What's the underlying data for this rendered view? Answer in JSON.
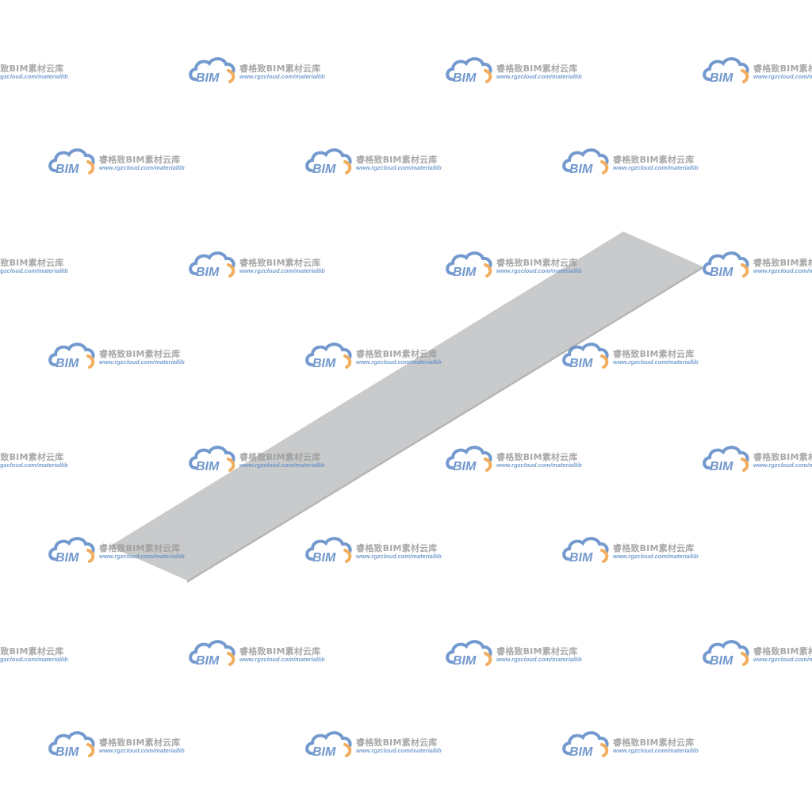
{
  "watermark": {
    "logo_text": "BIM",
    "title": "睿格致BIM素材云库",
    "url": "www.rgzcloud.com/materiallib",
    "colors": {
      "cloud_blue": "#5b88c6",
      "cloud_orange": "#f0a042",
      "title_gray": "#9a9a9a",
      "url_blue": "#5f8ec8"
    }
  },
  "model": {
    "object": "flat-plate",
    "colors": {
      "top_face": "#c9cacb",
      "edge": "#b3b4b5"
    }
  }
}
